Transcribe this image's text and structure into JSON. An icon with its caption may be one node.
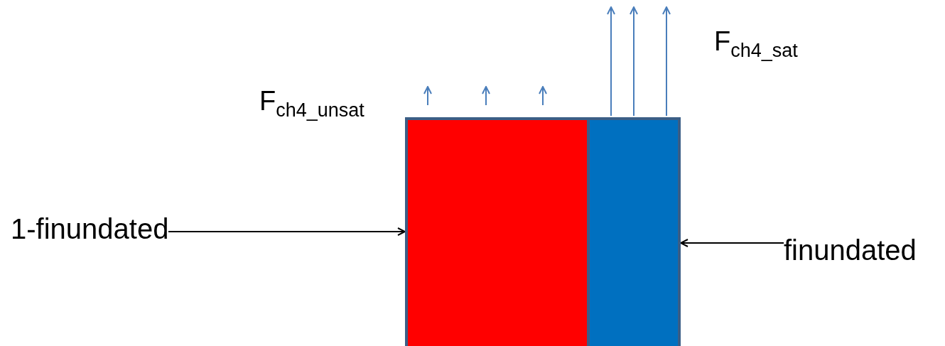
{
  "diagram": {
    "nodes": [
      {
        "text": [
          "1-finundated"
        ]
      },
      {
        "text": [],
        "shape": "box"
      },
      {
        "text": [],
        "shape": "box"
      },
      {
        "text": [
          "finundated"
        ]
      }
    ],
    "edges": [
      {
        "from": 0,
        "to": 1,
        "arrow": "to"
      },
      {
        "from": 3,
        "to": 2,
        "arrow": "to"
      }
    ],
    "labels": [
      "F$_{ch4_unsat}$",
      "F$_{ch4_sat}$"
    ]
  }
}
